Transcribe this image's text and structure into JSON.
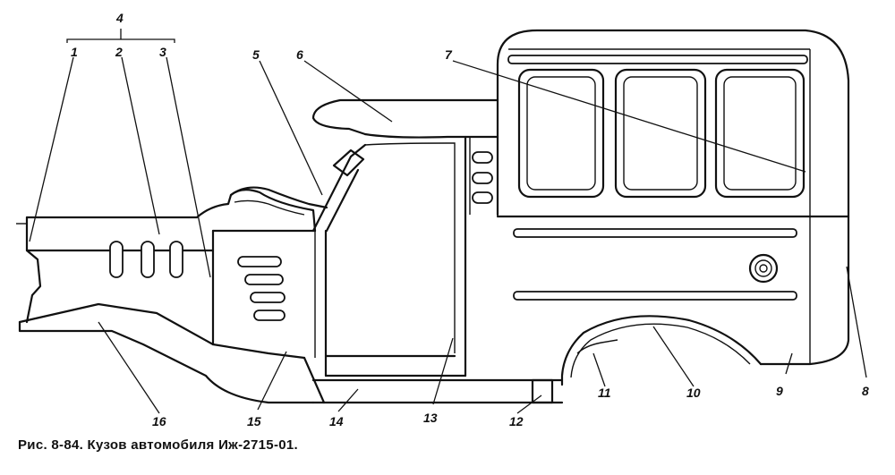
{
  "caption": "Рис. 8-84. Кузов автомобиля Иж-2715-01.",
  "callouts": [
    "1",
    "2",
    "3",
    "4",
    "5",
    "6",
    "7",
    "8",
    "9",
    "10",
    "11",
    "12",
    "13",
    "14",
    "15",
    "16"
  ]
}
